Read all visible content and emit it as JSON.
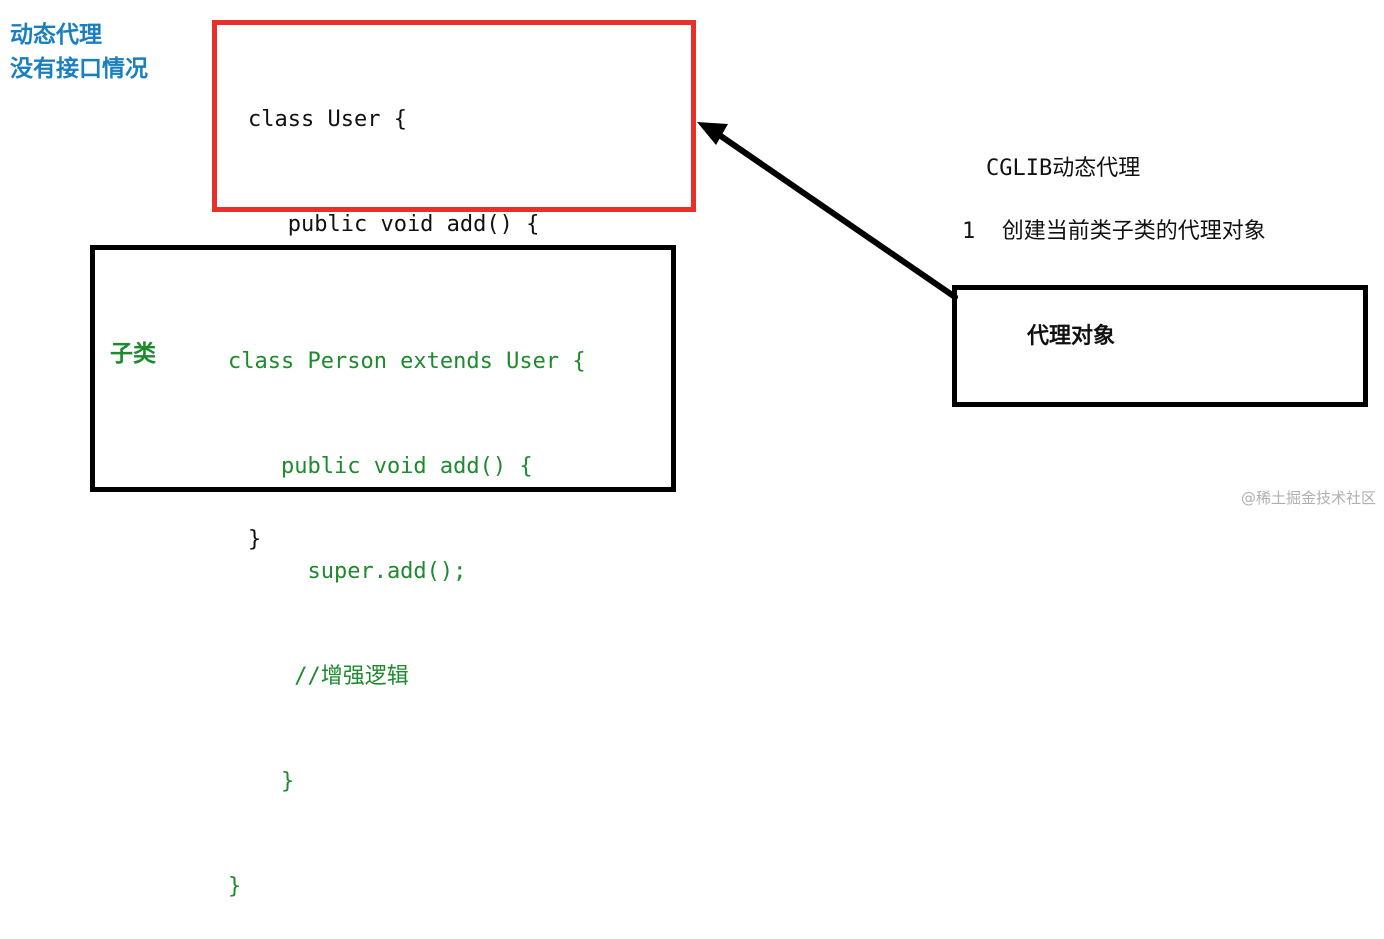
{
  "title": {
    "line1": "动态代理",
    "line2": "没有接口情况"
  },
  "user_class_code": [
    "class User {",
    "   public void add() {",
    "     ......",
    "  }",
    "}"
  ],
  "subclass": {
    "label": "子类",
    "code": [
      "class Person extends User {",
      "    public void add() {",
      "      super.add();",
      "     //增强逻辑",
      "    }",
      "}"
    ]
  },
  "cglib": {
    "title": "CGLIB动态代理",
    "step": "1  创建当前类子类的代理对象"
  },
  "proxy": {
    "label": "代理对象"
  },
  "watermark": "@稀土掘金技术社区",
  "colors": {
    "title": "#1a7fc1",
    "red_box": "#e8302a",
    "green_code": "#1e8a2e"
  }
}
